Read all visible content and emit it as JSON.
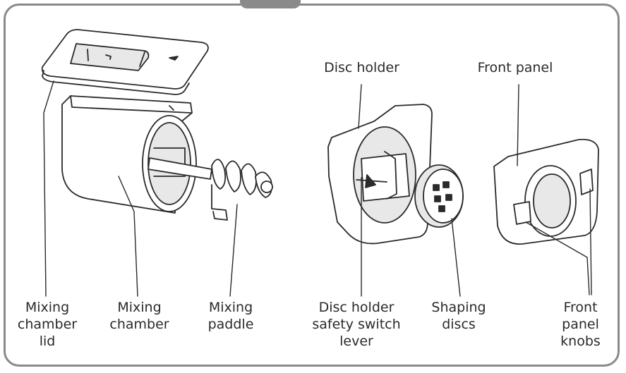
{
  "labels": {
    "disc_holder": "Disc holder",
    "front_panel": "Front panel",
    "mixing_chamber_lid": [
      "Mixing",
      "chamber",
      "lid"
    ],
    "mixing_chamber": [
      "Mixing",
      "chamber"
    ],
    "mixing_paddle": [
      "Mixing",
      "paddle"
    ],
    "disc_holder_safety_switch_lever": [
      "Disc holder",
      "safety switch",
      "lever"
    ],
    "shaping_discs": [
      "Shaping",
      "discs"
    ],
    "front_panel_knobs": [
      "Front",
      "panel",
      "knobs"
    ]
  },
  "colors": {
    "frame": "#8a8a8a",
    "line": "#2a2a2a",
    "fill": "#ffffff",
    "shade": "#e8e8e8"
  }
}
